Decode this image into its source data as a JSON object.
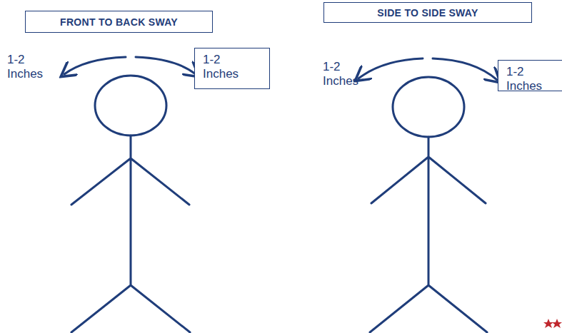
{
  "diagram": {
    "nodes": [
      {
        "text": [
          "FRONT TO BACK SWAY"
        ]
      },
      {
        "text": [
          "1-2 Inches"
        ]
      },
      {
        "text": [
          "SIDE TO SIDE SWAY"
        ]
      },
      {
        "text": [
          "1-2 Inches"
        ]
      }
    ],
    "labels": [
      "1-2 Inches",
      "1-2 Inches"
    ]
  }
}
